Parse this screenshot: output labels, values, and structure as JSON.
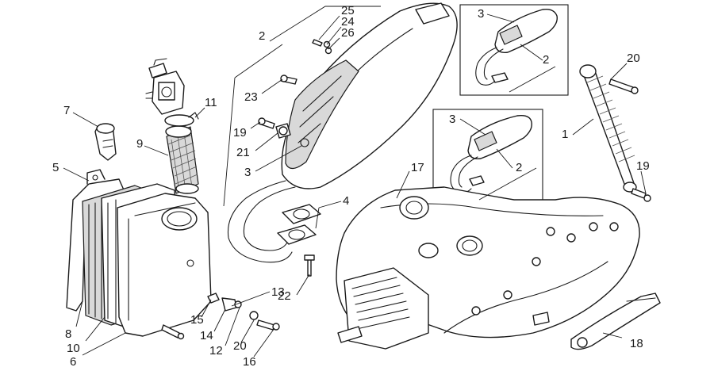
{
  "diagram": {
    "callouts": [
      {
        "id": "c-25",
        "text": "25"
      },
      {
        "id": "c-24",
        "text": "24"
      },
      {
        "id": "c-26",
        "text": "26"
      },
      {
        "id": "c-2-top",
        "text": "2"
      },
      {
        "id": "c-23",
        "text": "23"
      },
      {
        "id": "c-19-left",
        "text": "19"
      },
      {
        "id": "c-21",
        "text": "21"
      },
      {
        "id": "c-3-main",
        "text": "3"
      },
      {
        "id": "c-4",
        "text": "4"
      },
      {
        "id": "c-22",
        "text": "22"
      },
      {
        "id": "c-13",
        "text": "13"
      },
      {
        "id": "c-15",
        "text": "15"
      },
      {
        "id": "c-14",
        "text": "14"
      },
      {
        "id": "c-12",
        "text": "12"
      },
      {
        "id": "c-20-bottom",
        "text": "20"
      },
      {
        "id": "c-16",
        "text": "16"
      },
      {
        "id": "c-7",
        "text": "7"
      },
      {
        "id": "c-9",
        "text": "9"
      },
      {
        "id": "c-11",
        "text": "11"
      },
      {
        "id": "c-5",
        "text": "5"
      },
      {
        "id": "c-8",
        "text": "8"
      },
      {
        "id": "c-10",
        "text": "10"
      },
      {
        "id": "c-6",
        "text": "6"
      },
      {
        "id": "c-17",
        "text": "17"
      },
      {
        "id": "c-18",
        "text": "18"
      },
      {
        "id": "c-3-inset-top",
        "text": "3"
      },
      {
        "id": "c-2-inset-top",
        "text": "2"
      },
      {
        "id": "c-3-inset-mid",
        "text": "3"
      },
      {
        "id": "c-2-inset-mid",
        "text": "2"
      },
      {
        "id": "c-20-right",
        "text": "20"
      },
      {
        "id": "c-1",
        "text": "1"
      },
      {
        "id": "c-19-right",
        "text": "19"
      }
    ]
  }
}
